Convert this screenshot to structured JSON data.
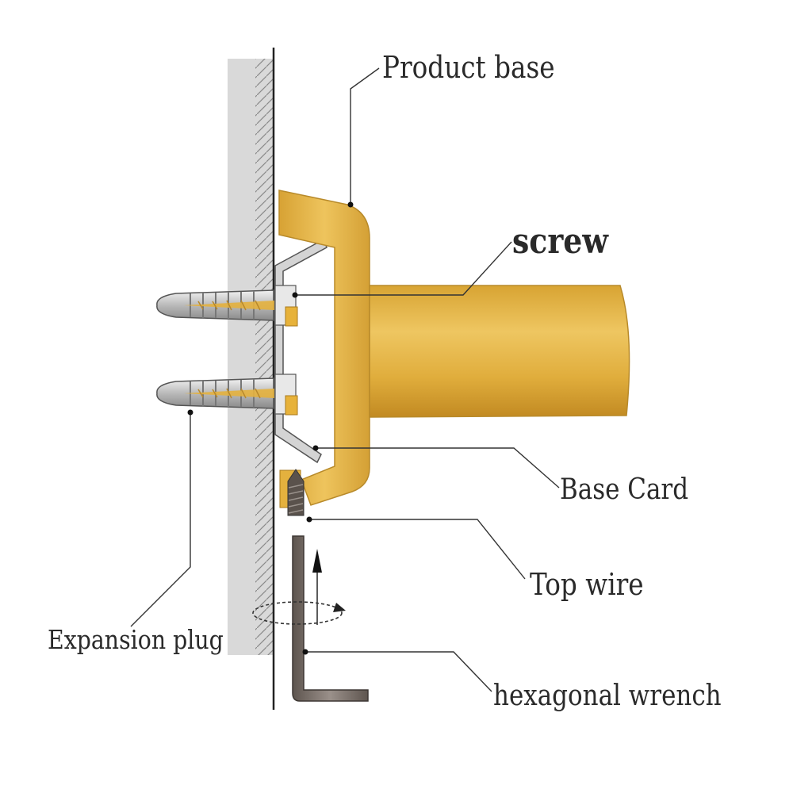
{
  "labels": {
    "product_base": "Product base",
    "screw": "screw",
    "base_card": "Base Card",
    "top_wire": "Top wire",
    "expansion_plug": "Expansion plug",
    "hexagonal_wrench": "hexagonal wrench"
  },
  "colors": {
    "brass": "#e3b341",
    "brass_dark": "#c99126",
    "wall": "#d9d9d9",
    "steel": "#7a7068",
    "leader": "#333333"
  }
}
